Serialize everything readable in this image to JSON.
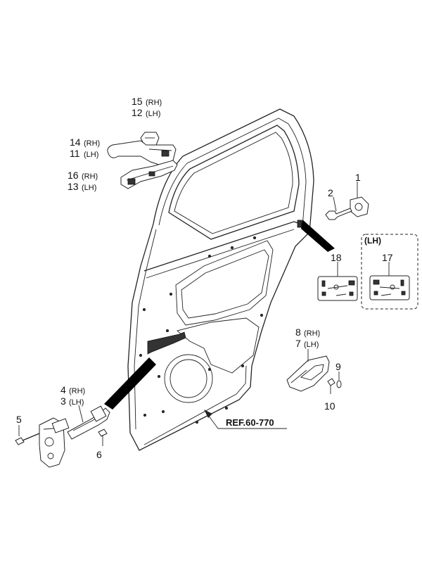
{
  "callouts": {
    "c1": {
      "num": "1"
    },
    "c2": {
      "num": "2"
    },
    "c5": {
      "num": "5"
    },
    "c6": {
      "num": "6"
    },
    "c9": {
      "num": "9"
    },
    "c10": {
      "num": "10"
    },
    "c17": {
      "num": "17"
    },
    "c18": {
      "num": "18"
    },
    "c15": {
      "num": "15",
      "side": "(RH)"
    },
    "c12": {
      "num": "12",
      "side": "(LH)"
    },
    "c14": {
      "num": "14",
      "side": "(RH)"
    },
    "c11": {
      "num": "11",
      "side": "(LH)"
    },
    "c16": {
      "num": "16",
      "side": "(RH)"
    },
    "c13": {
      "num": "13",
      "side": "(LH)"
    },
    "c4": {
      "num": "4",
      "side": "(RH)"
    },
    "c3": {
      "num": "3",
      "side": "(LH)"
    },
    "c8": {
      "num": "8",
      "side": "(RH)"
    },
    "c7": {
      "num": "7",
      "side": "(LH)"
    }
  },
  "lh_box_title": "(LH)",
  "reference": "REF.60-770"
}
